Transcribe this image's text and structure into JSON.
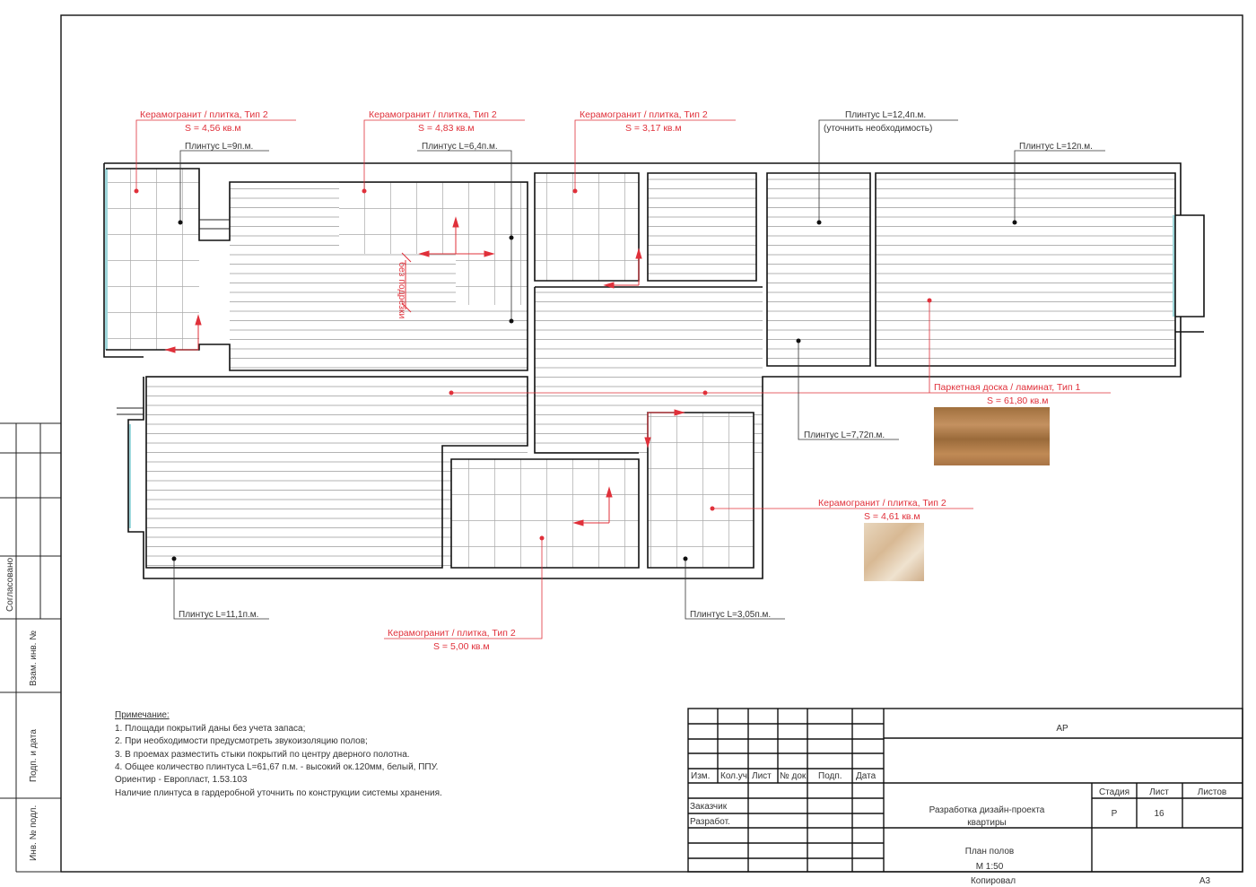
{
  "sidebar_stamp": {
    "agreed": "Согласовано",
    "replace_inv": "Взам. инв. №",
    "sign_date": "Подп. и дата",
    "inv_original": "Инв. № подл."
  },
  "labels": {
    "tile1_title": "Керамогранит / плитка, Тип 2",
    "tile1_area": "S = 4,56 кв.м",
    "tile2_title": "Керамогранит / плитка, Тип 2",
    "tile2_area": "S = 4,83 кв.м",
    "tile3_title": "Керамогранит / плитка, Тип 2",
    "tile3_area": "S = 3,17 кв.м",
    "tile4_title": "Керамогранит / плитка, Тип 2",
    "tile4_area": "S = 4,61 кв.м",
    "tile5_title": "Керамогранит / плитка, Тип 2",
    "tile5_area": "S = 5,00 кв.м",
    "parquet_title": "Паркетная доска / ламинат, Тип 1",
    "parquet_area": "S = 61,80 кв.м",
    "plinth_9": "Плинтус L=9п.м.",
    "plinth_6_4": "Плинтус L=6,4п.м.",
    "plinth_12_4": "Плинтус L=12,4п.м.",
    "plinth_12_4_note": "(уточнить необходимость)",
    "plinth_12": "Плинтус L=12п.м.",
    "plinth_7_72": "Плинтус L=7,72п.м.",
    "plinth_11_1": "Плинтус L=11,1п.м.",
    "plinth_3_05": "Плинтус L=3,05п.м.",
    "no_trim": "без подрезки"
  },
  "notes": {
    "title": "Примечание:",
    "lines": [
      "1. Площади покрытий даны без учета запаса;",
      "2. При необходимости предусмотреть звукоизоляцию полов;",
      "3. В проемах разместить стыки покрытий по центру дверного полотна.",
      "4. Общее количество плинтуса L=61,67 п.м. - высокий ок.120мм, белый, ППУ.",
      "Ориентир - Европласт, 1.53.103",
      "Наличие плинтуса в гардеробной уточнить по конструкции системы хранения."
    ]
  },
  "title_block": {
    "code": "АР",
    "headers": [
      "Изм.",
      "Кол.уч.",
      "Лист",
      "№ док.",
      "Подп.",
      "Дата"
    ],
    "customer": "Заказчик",
    "developer": "Разработ.",
    "project_line1": "Разработка дизайн-проекта",
    "project_line2": "квартиры",
    "stage_label": "Стадия",
    "sheet_label": "Лист",
    "sheets_label": "Листов",
    "stage": "Р",
    "sheet": "16",
    "plan_name": "План полов",
    "scale": "М 1:50",
    "copied": "Копировал",
    "format": "А3"
  },
  "colors": {
    "accent": "#e0303a",
    "line": "#111111"
  }
}
